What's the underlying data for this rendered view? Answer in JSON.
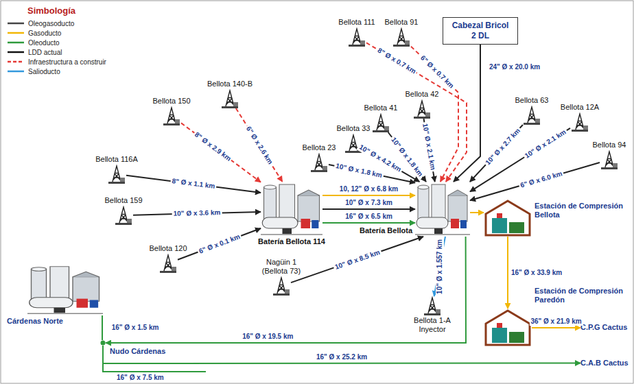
{
  "diagram": {
    "nodes": [
      {
        "text": [
          "Bellota 111"
        ]
      },
      {
        "text": [
          "Bellota 91"
        ]
      },
      {
        "text": [
          "Cabezal Bricol 2 DL"
        ]
      },
      {
        "text": [
          "Bellota 140-B"
        ]
      },
      {
        "text": [
          "Bellota 150"
        ]
      },
      {
        "text": [
          "Bellota 116A"
        ]
      },
      {
        "text": [
          "Bellota 159"
        ]
      },
      {
        "text": [
          "Bellota 120"
        ]
      },
      {
        "text": [
          "Batería Bellota 114"
        ]
      },
      {
        "text": [
          "Nagüin 1 (Bellota 73)"
        ]
      },
      {
        "text": [
          "Bellota 33"
        ]
      },
      {
        "text": [
          "Bellota 41"
        ]
      },
      {
        "text": [
          "Bellota 42"
        ]
      },
      {
        "text": [
          "Bellota 63"
        ]
      },
      {
        "text": [
          "Bellota 12A"
        ]
      },
      {
        "text": [
          "Bellota 23"
        ]
      },
      {
        "text": [
          "Bellota 94"
        ]
      },
      {
        "text": [
          "Batería Bellota"
        ]
      },
      {
        "text": [
          "Estación de Compresión Bellota"
        ]
      },
      {
        "text": [
          "Estación de Compresión Paredón"
        ]
      },
      {
        "text": [
          "C.P.G Cactus"
        ]
      },
      {
        "text": [
          "Bellota 1-A Inyector"
        ]
      },
      {
        "text": [
          "Cárdenas Norte"
        ]
      },
      {
        "text": [
          "Nudo Cárdenas"
        ]
      },
      {
        "text": [
          "C.A.B Cactus"
        ]
      }
    ],
    "edges": [
      {
        "from": 0,
        "to": 17,
        "arrow": "to",
        "label": "8\" Ø x 0.7 km"
      },
      {
        "from": 1,
        "to": 17,
        "arrow": "to",
        "label": "6\" Ø x 0.7 km"
      },
      {
        "from": 2,
        "to": 17,
        "arrow": "to",
        "label": "24\" Ø x 20.0 km"
      },
      {
        "from": 3,
        "to": 8,
        "arrow": "to",
        "label": "6\" Ø x 2.6 km"
      },
      {
        "from": 4,
        "to": 8,
        "arrow": "to",
        "label": "8\" Ø x 2.9 km"
      },
      {
        "from": 5,
        "to": 8,
        "arrow": "to",
        "label": "8\" Ø x 1.1 km"
      },
      {
        "from": 6,
        "to": 8,
        "arrow": "to",
        "label": "10\" Ø x 3.6 km"
      },
      {
        "from": 7,
        "to": 8,
        "arrow": "to",
        "label": "6\" Ø x 0.1 km"
      },
      {
        "from": 8,
        "to": 17,
        "arrow": "to",
        "label": "10, 12\" Ø x 6.8 km"
      },
      {
        "from": 8,
        "to": 17,
        "arrow": "to",
        "label": "10\" Ø x 7.3 km"
      },
      {
        "from": 8,
        "to": 17,
        "arrow": "to",
        "label": "16\" Ø x 6.5 km"
      },
      {
        "from": 9,
        "to": 17,
        "arrow": "to",
        "label": "10\" Ø x 8.5 km"
      },
      {
        "from": 15,
        "to": 17,
        "arrow": "to",
        "label": "10\" Ø x 1.8 km"
      },
      {
        "from": 10,
        "to": 17,
        "arrow": "to",
        "label": "10\" Ø x 4.2 km"
      },
      {
        "from": 11,
        "to": 17,
        "arrow": "to",
        "label": "10\" Ø x 1.8 km"
      },
      {
        "from": 12,
        "to": 17,
        "arrow": "to",
        "label": "10\" Ø x 2.1 km"
      },
      {
        "from": 13,
        "to": 17,
        "arrow": "to",
        "label": "10\" Ø x 2.7 km"
      },
      {
        "from": 14,
        "to": 17,
        "arrow": "to",
        "label": "10\" Ø x 2.1 km"
      },
      {
        "from": 16,
        "to": 17,
        "arrow": "to",
        "label": "6\" Ø x 6.0 km"
      },
      {
        "from": 17,
        "to": 18,
        "arrow": "to"
      },
      {
        "from": 18,
        "to": 19,
        "arrow": "to",
        "label": "16\" Ø x 33.9 km"
      },
      {
        "from": 19,
        "to": 20,
        "arrow": "to",
        "label": "36\" Ø x 21.9 km"
      },
      {
        "from": 17,
        "to": 21,
        "arrow": "to",
        "label": "10\" Ø x 1.557 km"
      },
      {
        "from": 17,
        "to": 23,
        "arrow": "to",
        "label": "16\" Ø x 19.5 km"
      },
      {
        "from": 22,
        "to": 23,
        "arrow": "none",
        "label": "16\" Ø x 1.5 km"
      },
      {
        "from": 23,
        "to": 24,
        "arrow": "to",
        "label": "16\" Ø x 25.2 km"
      }
    ],
    "labels": [
      "Simbología",
      "16\" Ø x 7.5 km"
    ],
    "legend": [
      {
        "text": "Oleogasoducto"
      },
      {
        "text": "Gasoducto"
      },
      {
        "text": "Oleoducto"
      },
      {
        "text": "LDD actual"
      },
      {
        "text": "Infraestructura a construir"
      },
      {
        "text": "Salioducto"
      }
    ]
  }
}
